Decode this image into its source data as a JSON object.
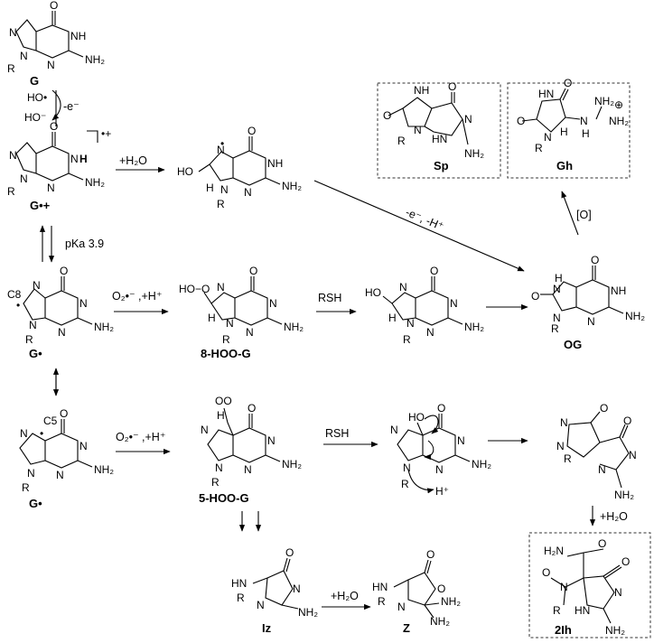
{
  "compounds": {
    "g": "G",
    "g_radical_cation": "G•+",
    "g_radical_c8": "G•",
    "g_radical_c5": "G•",
    "hoo8": "8-HOO-G",
    "hoo5": "5-HOO-G",
    "og": "OG",
    "sp": "Sp",
    "gh": "Gh",
    "iz": "Iz",
    "z": "Z",
    "two_ih": "2Ih"
  },
  "conditions": {
    "electron_loss": "-e⁻",
    "water_add": "+H₂O",
    "pka": "pKa 3.9",
    "superoxide_1": "O₂•⁻ ,+H⁺",
    "superoxide_2": "O₂•⁻ ,+H⁺",
    "rsh_1": "RSH",
    "rsh_2": "RSH",
    "ox": "[O]",
    "minus_e_h": "-e⁻, -H⁺",
    "water_add_2": "+H₂O",
    "water_add_3": "+H₂O",
    "h_plus": "H⁺"
  },
  "sites": {
    "c8": "C8",
    "c5": "C5"
  },
  "icons": [
    "reaction-arrow",
    "double-arrow",
    "dashed-box",
    "radical-dot"
  ]
}
